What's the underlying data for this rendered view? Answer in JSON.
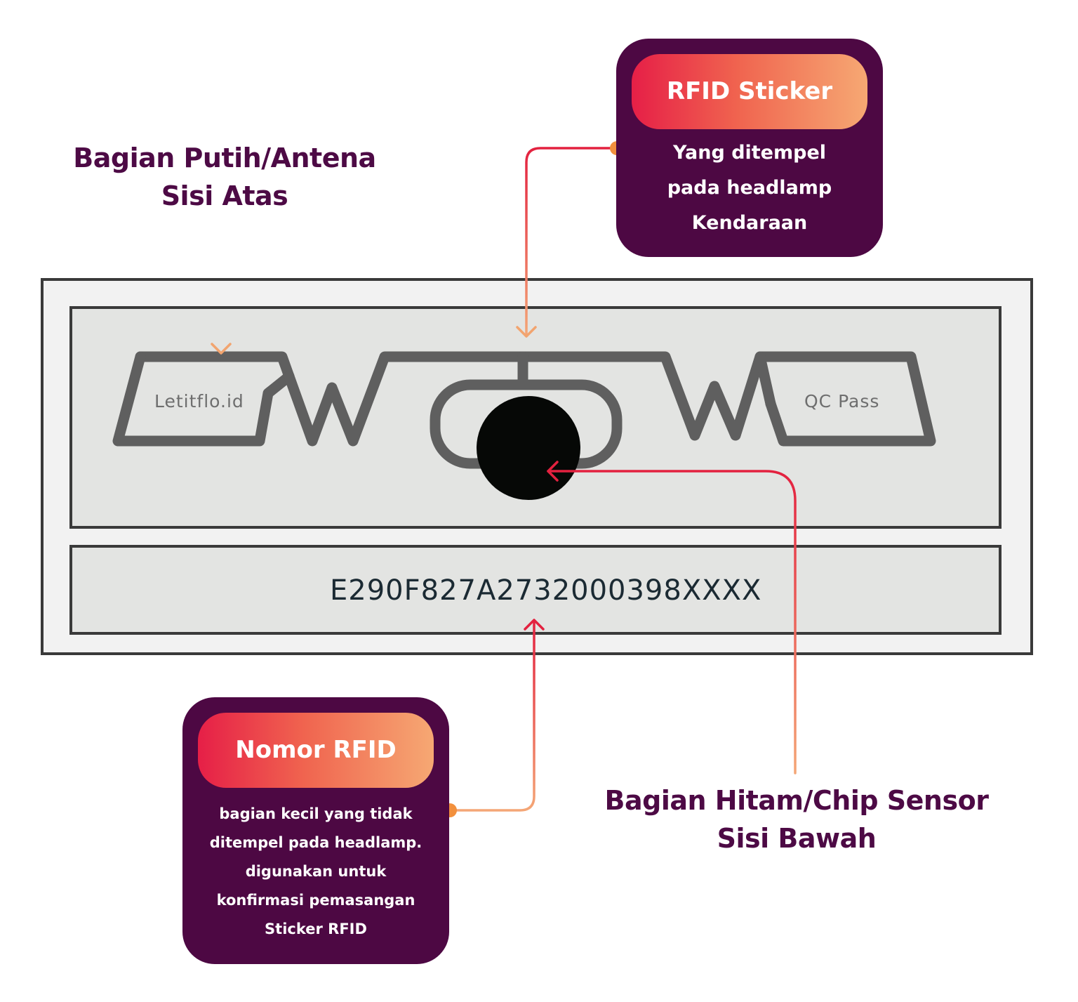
{
  "antenna_label": {
    "line1": "Bagian Putih/Antena",
    "line2": "Sisi Atas"
  },
  "chip_label": {
    "line1": "Bagian Hitam/Chip Sensor",
    "line2": "Sisi Bawah"
  },
  "sticker_card": {
    "title": "RFID Sticker",
    "lines": [
      "Yang ditempel",
      "pada headlamp",
      "Kendaraan"
    ]
  },
  "number_card": {
    "title": "Nomor RFID",
    "lines": [
      "bagian kecil yang tidak",
      "ditempel pada headlamp.",
      "digunakan untuk",
      "konfirmasi pemasangan",
      "Sticker RFID"
    ]
  },
  "tag": {
    "left_text": "Letitflo.id",
    "right_text": "QC Pass",
    "number": "E290F827A2732000398XXXX"
  },
  "colors": {
    "card_bg": "#4d0843",
    "heading": "#4d0a45",
    "gradient_start": "#e61f47",
    "gradient_end": "#f6a873",
    "antenna_stroke": "#5f5f5f",
    "chip": "#060806"
  }
}
